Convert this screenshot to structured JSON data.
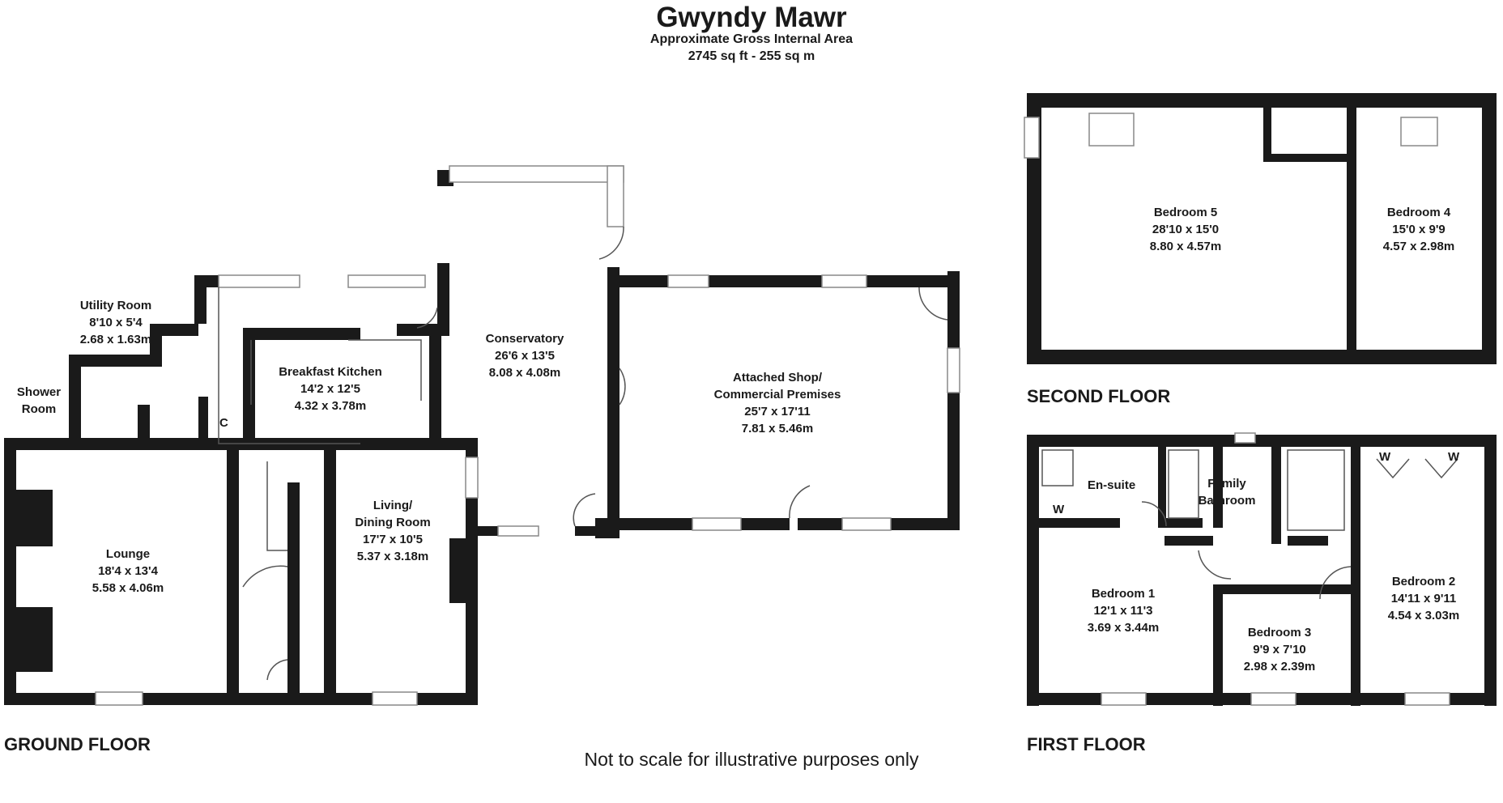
{
  "header": {
    "title": "Gwyndy Mawr",
    "subtitle": "Approximate Gross Internal Area",
    "area": "2745 sq ft - 255 sq m"
  },
  "floors": {
    "ground": "GROUND FLOOR",
    "first": "FIRST FLOOR",
    "second": "SECOND FLOOR"
  },
  "rooms": {
    "utility": {
      "name": "Utility Room",
      "imperial": "8'10 x 5'4",
      "metric": "2.68 x 1.63m"
    },
    "shower": {
      "name1": "Shower",
      "name2": "Room"
    },
    "cupboard": "C",
    "kitchen": {
      "name": "Breakfast Kitchen",
      "imperial": "14'2 x 12'5",
      "metric": "4.32 x 3.78m"
    },
    "conservatory": {
      "name": "Conservatory",
      "imperial": "26'6 x 13'5",
      "metric": "8.08 x 4.08m"
    },
    "shop": {
      "name1": "Attached Shop/",
      "name2": "Commercial Premises",
      "imperial": "25'7 x 17'11",
      "metric": "7.81 x 5.46m"
    },
    "lounge": {
      "name": "Lounge",
      "imperial": "18'4 x 13'4",
      "metric": "5.58 x 4.06m"
    },
    "living": {
      "name1": "Living/",
      "name2": "Dining Room",
      "imperial": "17'7 x 10'5",
      "metric": "5.37 x 3.18m"
    },
    "bed5": {
      "name": "Bedroom 5",
      "imperial": "28'10 x 15'0",
      "metric": "8.80 x 4.57m"
    },
    "bed4": {
      "name": "Bedroom 4",
      "imperial": "15'0 x 9'9",
      "metric": "4.57 x 2.98m"
    },
    "ensuite": "En-suite",
    "bathroom": {
      "name1": "Family",
      "name2": "Bathroom"
    },
    "bed1": {
      "name": "Bedroom 1",
      "imperial": "12'1 x 11'3",
      "metric": "3.69 x 3.44m"
    },
    "bed2": {
      "name": "Bedroom 2",
      "imperial": "14'11 x 9'11",
      "metric": "4.54 x 3.03m"
    },
    "bed3": {
      "name": "Bedroom 3",
      "imperial": "9'9 x 7'10",
      "metric": "2.98 x 2.39m"
    },
    "wardrobe": "W"
  },
  "footer": "Not to scale for illustrative purposes only",
  "colors": {
    "wall": "#1a1a1a",
    "background": "#ffffff"
  }
}
